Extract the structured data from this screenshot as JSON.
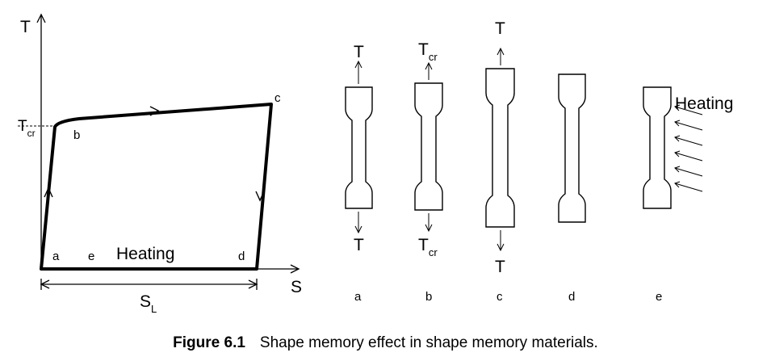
{
  "diagram": {
    "axes": {
      "y_label": "T",
      "x_label": "S"
    },
    "loop_points": {
      "a": "a",
      "b": "b",
      "c": "c",
      "d": "d",
      "e": "e"
    },
    "t_cr": {
      "main": "T",
      "sub": "cr"
    },
    "heating_label": "Heating",
    "strain_span": {
      "main": "S",
      "sub": "L"
    }
  },
  "specimens": [
    {
      "id": "a",
      "label": "a",
      "top": {
        "main": "T",
        "sub": ""
      },
      "bottom": {
        "main": "T",
        "sub": ""
      }
    },
    {
      "id": "b",
      "label": "b",
      "top": {
        "main": "T",
        "sub": "cr"
      },
      "bottom": {
        "main": "T",
        "sub": "cr"
      }
    },
    {
      "id": "c",
      "label": "c",
      "top": {
        "main": "T",
        "sub": ""
      },
      "bottom": {
        "main": "T",
        "sub": ""
      }
    },
    {
      "id": "d",
      "label": "d"
    },
    {
      "id": "e",
      "label": "e",
      "heating": "Heating"
    }
  ],
  "caption": {
    "number": "Figure 6.1",
    "text": "Shape memory effect in shape memory materials."
  }
}
